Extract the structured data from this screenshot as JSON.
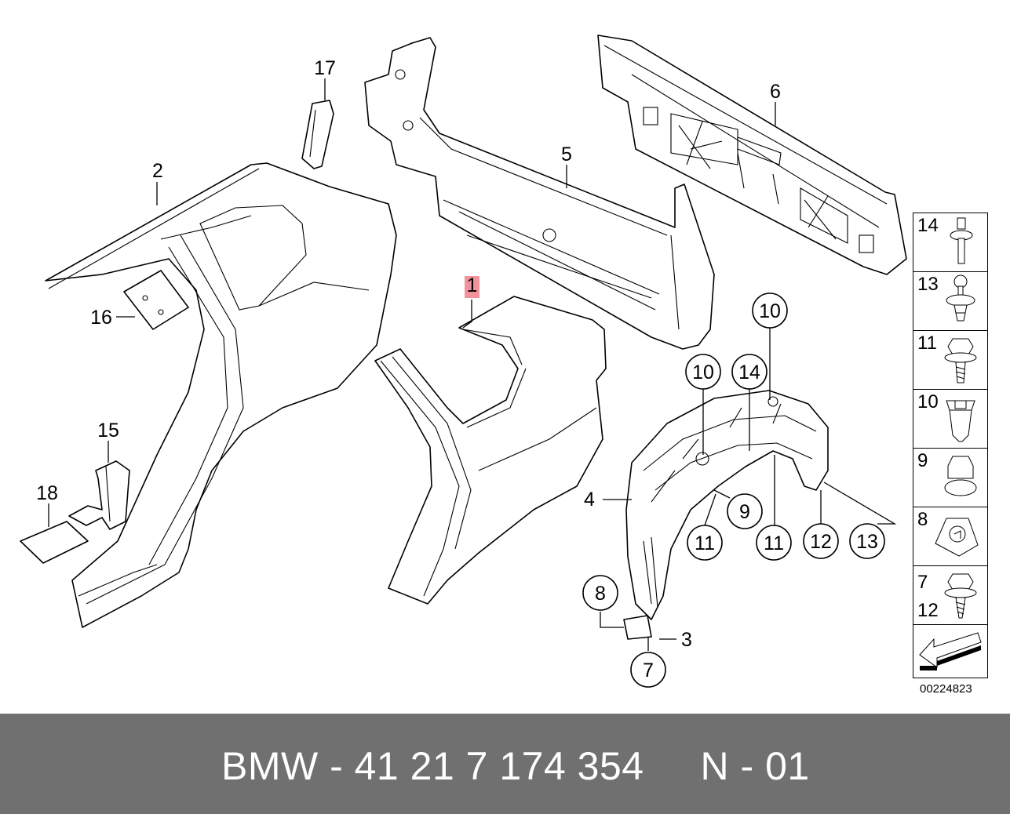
{
  "callouts": {
    "c1": "1",
    "c2": "2",
    "c3": "3",
    "c4": "4",
    "c5": "5",
    "c6": "6",
    "c7": "7",
    "c8": "8",
    "c9": "9",
    "c10a": "10",
    "c10b": "10",
    "c11a": "11",
    "c11b": "11",
    "c12": "12",
    "c13": "13",
    "c14": "14",
    "c15": "15",
    "c16": "16",
    "c17": "17",
    "c18": "18"
  },
  "legend": [
    {
      "label": "14",
      "icon": "rivet-icon"
    },
    {
      "label": "13",
      "icon": "expanding-rivet-icon"
    },
    {
      "label": "11",
      "icon": "hex-bolt-icon"
    },
    {
      "label": "10",
      "icon": "plastic-nut-icon"
    },
    {
      "label": "9",
      "icon": "hex-nut-icon"
    },
    {
      "label": "8",
      "icon": "clip-nut-icon"
    },
    {
      "label": "7\n12",
      "icon": "self-tapping-screw-icon"
    },
    {
      "label": "",
      "icon": "arrow-direction-icon"
    }
  ],
  "reference_code": "00224823",
  "footer": "BMW - 41 21 7 174 354     N - 01",
  "colors": {
    "highlight": "#f2929a",
    "footer_bg": "#707070",
    "footer_text": "#ffffff"
  }
}
